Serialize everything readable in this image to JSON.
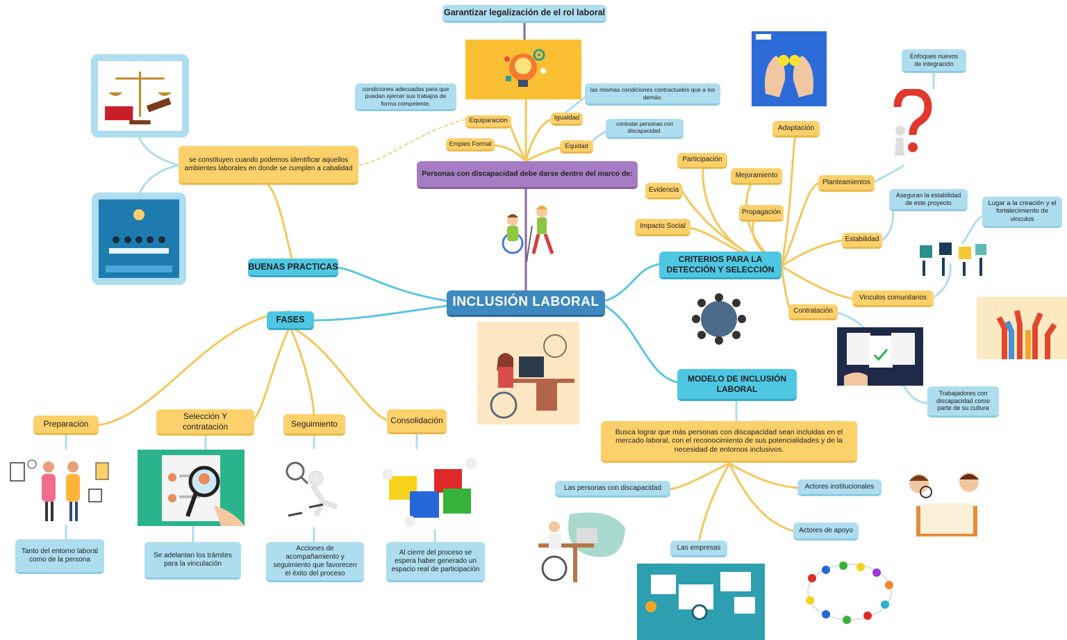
{
  "center": "INCLUSIÓN LABORAL",
  "top": {
    "goal": "Garantizar legalización de el rol laboral",
    "purple": "Personas con discapacidad debe darse dentro del marco de:",
    "equiparacion": "Equiparación",
    "equiparacion_note": "condiciones adecuadas para que puedan ejercer sus trabajos de forma competente.",
    "igualdad": "Igualdad",
    "igualdad_note": "las mismas condiciones contractuales que a los demás.",
    "empleo": "Empleo Formal",
    "equidad": "Equidad",
    "equidad_note": "contratar personas con discapacidad."
  },
  "buenas": {
    "title": "BUENAS PRACTICAS",
    "note": "se constituyen cuando podemos identificar aquellos ambientes laborales en donde se cumplen a cabalidad"
  },
  "fases": {
    "title": "FASES",
    "items": [
      {
        "label": "Preparación",
        "note": "Tanto del entorno laboral como de la persona"
      },
      {
        "label": "Selección Y contratación",
        "note": "Se adelantan los trámites para la vinculación"
      },
      {
        "label": "Seguimiento",
        "note": "Acciones de acompañamiento y seguimiento que favorecen el éxito del proceso"
      },
      {
        "label": "Consolidación",
        "note": "Al cierre del proceso se espera haber generado un espacio real de participación"
      }
    ]
  },
  "criterios": {
    "title": "CRITERIOS PARA LA DETECCIÓN Y SELECCIÓN",
    "participacion": "Participación",
    "mejoramiento": "Mejoramiento",
    "evidencia": "Evidencia",
    "propagacion": "Propagación",
    "impacto": "Impacto Social",
    "adaptacion": "Adaptación",
    "planteamientos": "Planteamientos",
    "planteamientos_note": "Enfoques nuevos de integración",
    "estabilidad": "Estabilidad",
    "estabilidad_note": "Aseguran la estabilidad de este proyecto",
    "vinculos": "Vinculos comunitarios",
    "vinculos_note": "Lugar a la creación y el fortalecimiento de vinculos",
    "contratacion": "Contratación",
    "contratacion_note": "Trabajadores con discapacidad como parte de su cultura"
  },
  "modelo": {
    "title": "MODELO DE INCLUSIÓN LABORAL",
    "desc": "Busca lograr que más personas con discapacidad sean incluidas en el mercado laboral, con el reconocimiento de sus potencialidades y de la necesidad de entornos inclusivos.",
    "personas": "Las personas con discapacidad",
    "empresas": "Las empresas",
    "actores_inst": "Actores institucionales",
    "actores_apoyo": "Actores de apoyo"
  },
  "colors": {
    "yellow": "#fcd06a",
    "light_blue": "#aeddef",
    "cyan": "#4ec7e3",
    "purple": "#a57cc2",
    "center": "#3d88bf",
    "yellow_line": "#f5c75a",
    "blue_line": "#5cc6e2",
    "purple_line": "#8a63a8"
  }
}
